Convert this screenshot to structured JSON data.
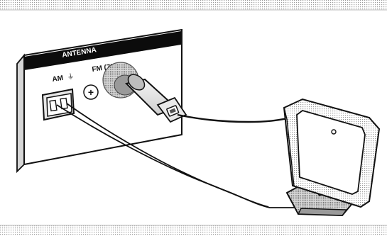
{
  "panel": {
    "header": "ANTENNA",
    "am_label": "AM",
    "ground_symbol": "⏚",
    "fm_label": "FM (75Ω)",
    "plus_symbol": "+"
  },
  "icons": [
    "ground-symbol-icon",
    "screw-plus-icon",
    "loop-antenna-icon",
    "coax-plug-icon"
  ],
  "colors": {
    "outline": "#111111",
    "panel_fill": "#ffffff",
    "dither_gray": "#c9c9c9",
    "connector_gray": "#bfbfbf",
    "header_black": "#0c0c0c"
  }
}
